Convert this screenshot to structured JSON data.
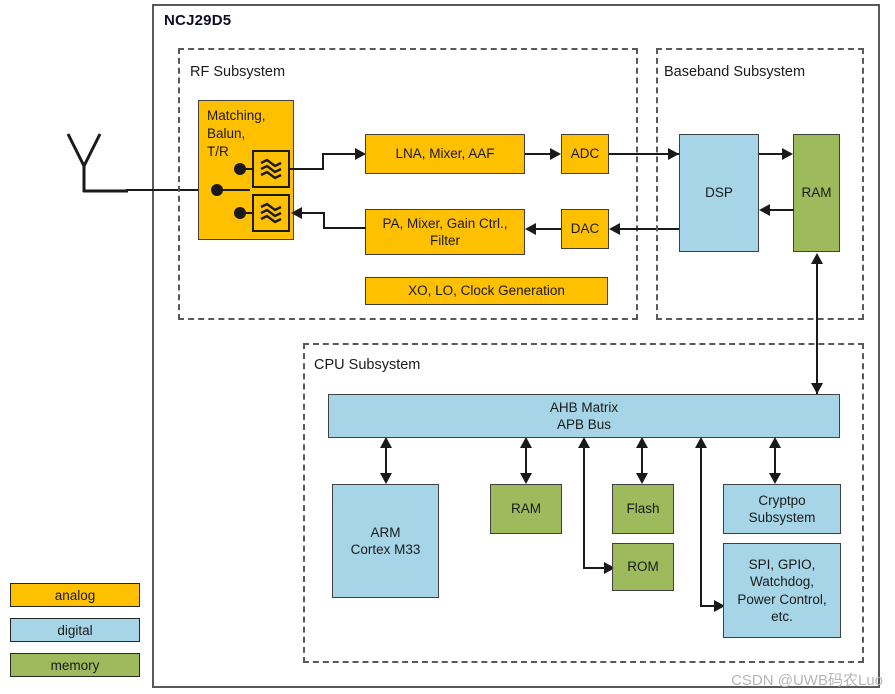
{
  "chip": {
    "title": "NCJ29D5"
  },
  "subsystems": {
    "rf": {
      "label": "RF Subsystem"
    },
    "baseband": {
      "label": "Baseband Subsystem"
    },
    "cpu": {
      "label": "CPU Subsystem"
    }
  },
  "blocks": {
    "matching": {
      "label": "Matching,\nBalun,\nT/R",
      "kind": "analog"
    },
    "lna": {
      "label": "LNA, Mixer, AAF",
      "kind": "analog"
    },
    "adc": {
      "label": "ADC",
      "kind": "analog"
    },
    "pa": {
      "label": "PA, Mixer, Gain Ctrl.,\nFilter",
      "kind": "analog"
    },
    "dac": {
      "label": "DAC",
      "kind": "analog"
    },
    "clock": {
      "label": "XO, LO, Clock Generation",
      "kind": "analog"
    },
    "dsp": {
      "label": "DSP",
      "kind": "digital"
    },
    "bb_ram": {
      "label": "RAM",
      "kind": "memory"
    },
    "ahb": {
      "label": "AHB Matrix\nAPB Bus",
      "kind": "digital"
    },
    "arm": {
      "label": "ARM\nCortex M33",
      "kind": "digital"
    },
    "cpu_ram": {
      "label": "RAM",
      "kind": "memory"
    },
    "flash": {
      "label": "Flash",
      "kind": "memory"
    },
    "rom": {
      "label": "ROM",
      "kind": "memory"
    },
    "crypto": {
      "label": "Cryptpo\nSubsystem",
      "kind": "digital"
    },
    "periph": {
      "label": "SPI, GPIO,\nWatchdog,\nPower Control,\netc.",
      "kind": "digital"
    }
  },
  "icons": {
    "antenna": "antenna-icon",
    "rx_filter": "filter-icon",
    "tx_filter": "filter-icon"
  },
  "legend": {
    "items": [
      {
        "label": "analog",
        "color": "#FFC000"
      },
      {
        "label": "digital",
        "color": "#A5D5E6"
      },
      {
        "label": "memory",
        "color": "#9DBB5D"
      }
    ]
  },
  "watermark": {
    "text": "CSDN @UWB码农Luo"
  },
  "colors": {
    "analog": "#FFC000",
    "digital": "#A5D5E6",
    "memory": "#9DBB5D",
    "line": "#1a1a1a",
    "frame": "#595959"
  }
}
